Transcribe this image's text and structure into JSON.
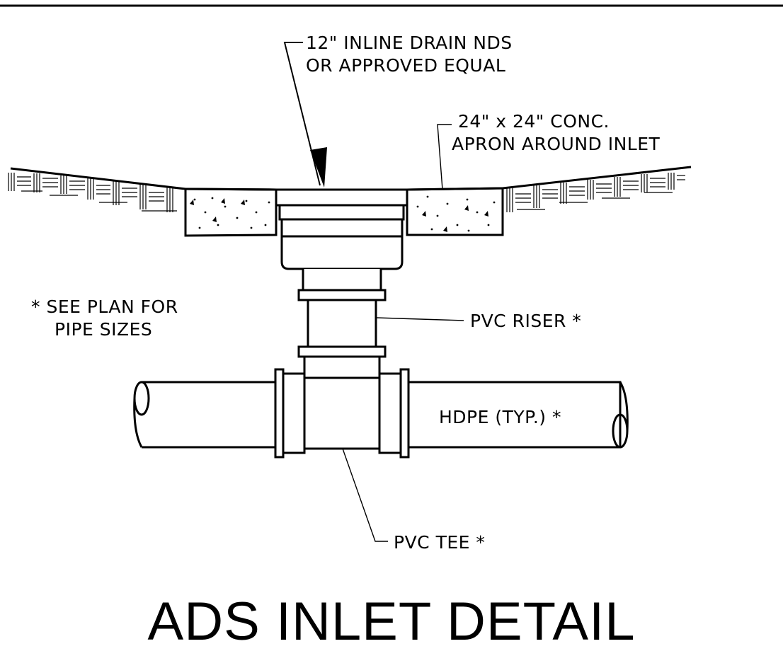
{
  "labels": {
    "inline_drain_line1": "12\" INLINE DRAIN NDS",
    "inline_drain_line2": "OR APPROVED EQUAL",
    "apron_line1": "24\" x 24\" CONC.",
    "apron_line2": "APRON AROUND INLET",
    "see_plan_line1": "* SEE PLAN FOR",
    "see_plan_line2": "PIPE SIZES",
    "pvc_riser": "PVC RISER *",
    "hdpe": "HDPE (TYP.) *",
    "pvc_tee": "PVC TEE *"
  },
  "title": "ADS INLET DETAIL"
}
